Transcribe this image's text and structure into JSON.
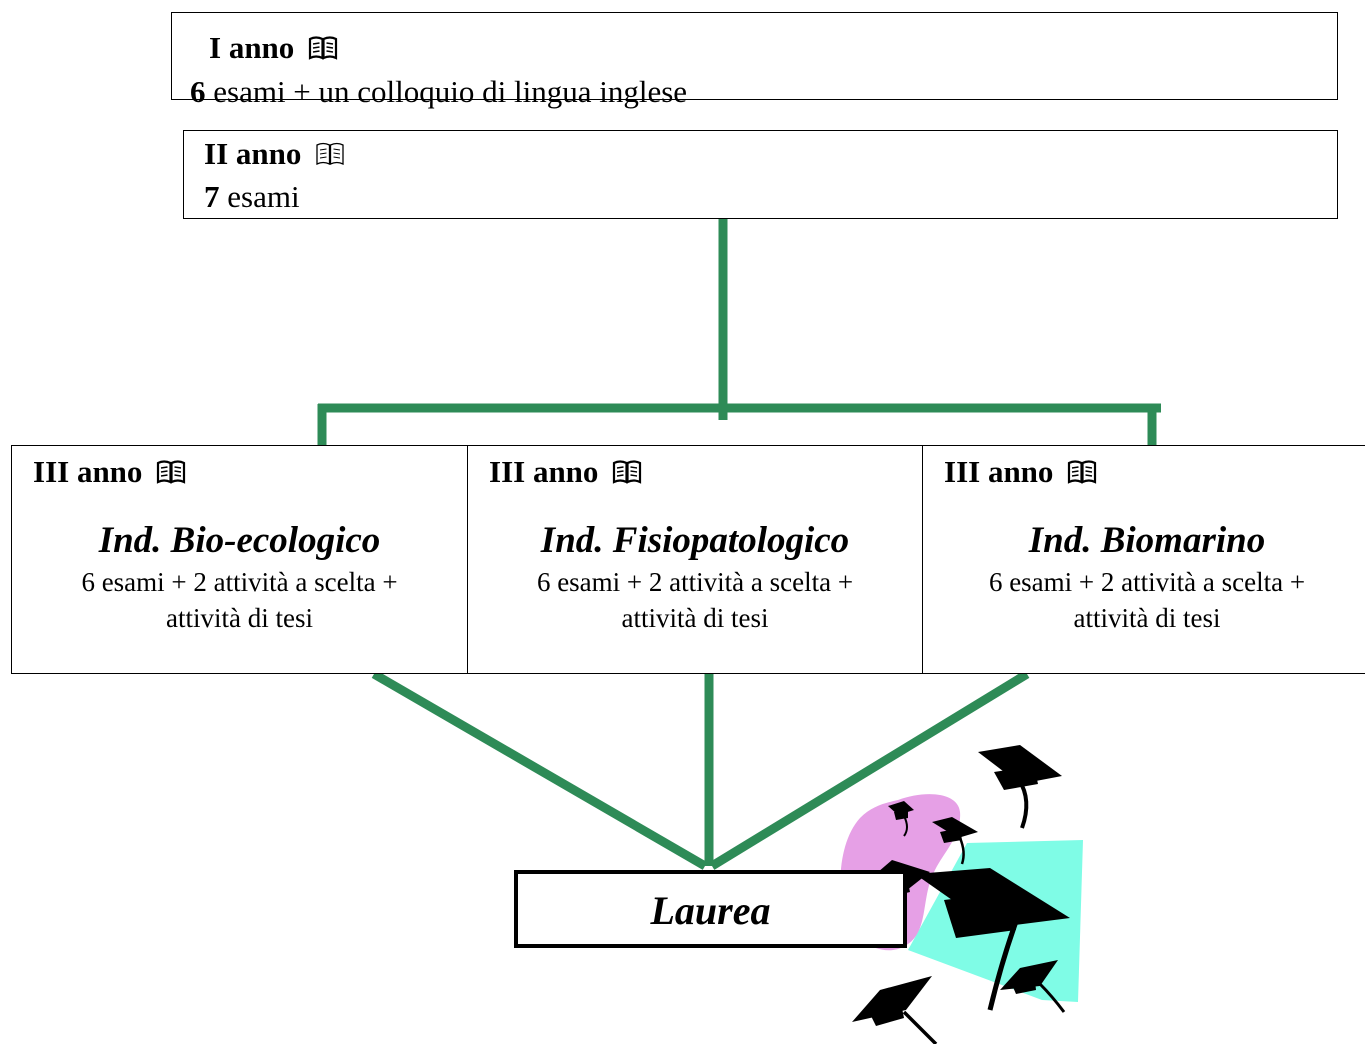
{
  "colors": {
    "connector": "#2e8b57",
    "blob_pink": "#e6a0e6",
    "blob_cyan": "#7ffce6",
    "cap": "#000000"
  },
  "icons": {
    "year_icon": "open-book-icon",
    "clipart": "graduation-caps-clipart"
  },
  "first_year": {
    "title": "I anno",
    "count": "6",
    "rest": " esami +  un colloquio di lingua inglese"
  },
  "second_year": {
    "title": "II anno",
    "count": "7",
    "rest": " esami"
  },
  "third_year": [
    {
      "title": "III anno",
      "name": "Ind. Bio-ecologico",
      "desc_line1": "6 esami  + 2 attività a scelta +",
      "desc_line2": "attività di tesi"
    },
    {
      "title": "III anno",
      "name": "Ind. Fisiopatologico",
      "desc_line1": "6 esami  +  2 attività a scelta +",
      "desc_line2": "attività di tesi"
    },
    {
      "title": "III anno",
      "name": "Ind. Biomarino",
      "desc_line1": "6 esami  +  2 attività a scelta +",
      "desc_line2": "attività di tesi"
    }
  ],
  "degree": {
    "label": "Laurea"
  }
}
